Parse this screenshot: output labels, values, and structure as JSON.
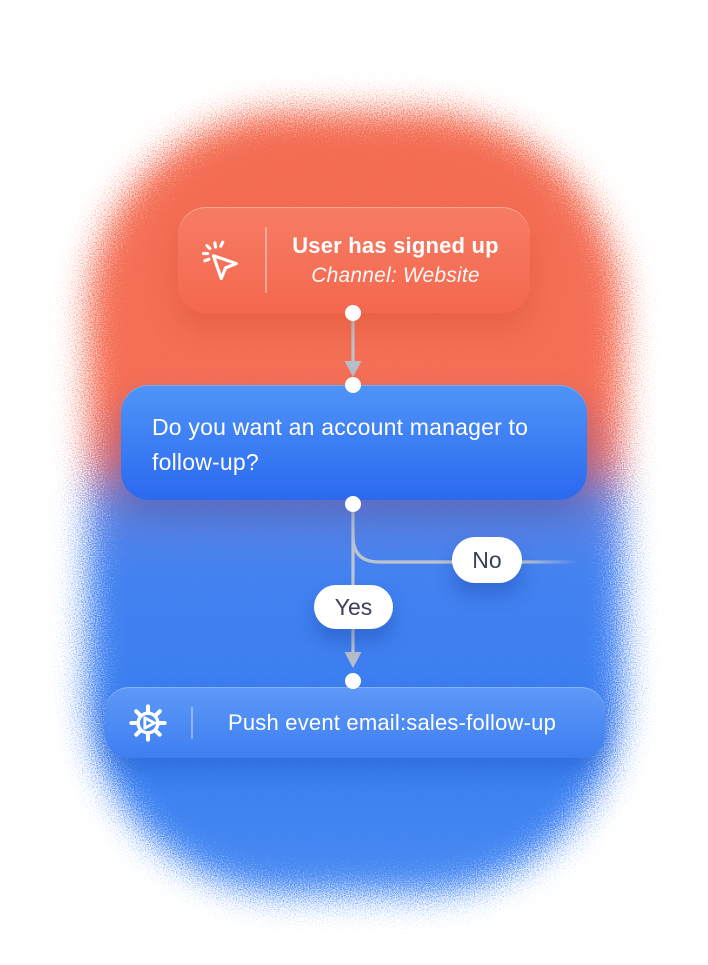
{
  "canvas": {
    "description": "Automation workflow flowchart illustration on a grainy orange-to-blue gradient blob"
  },
  "nodes": {
    "trigger": {
      "icon": "cursor-click-icon",
      "title": "User has signed up",
      "subtitle": "Channel: Website"
    },
    "question": {
      "text": "Do you want an account manager to follow-up?"
    },
    "action": {
      "icon": "gear-play-icon",
      "text": "Push event email:sales-follow-up"
    }
  },
  "branches": {
    "yes_label": "Yes",
    "no_label": "No"
  },
  "colors": {
    "orange_background": "#f3674e",
    "trigger_card": "#f5745c",
    "question_card_top": "#4f94f8",
    "question_card_bottom": "#2b69ee",
    "blue_background": "#2e77f0",
    "action_card": "#4b88f4",
    "connector_gray": "#bdc4cf",
    "pill_background": "#ffffff",
    "pill_text": "#3a4158"
  }
}
